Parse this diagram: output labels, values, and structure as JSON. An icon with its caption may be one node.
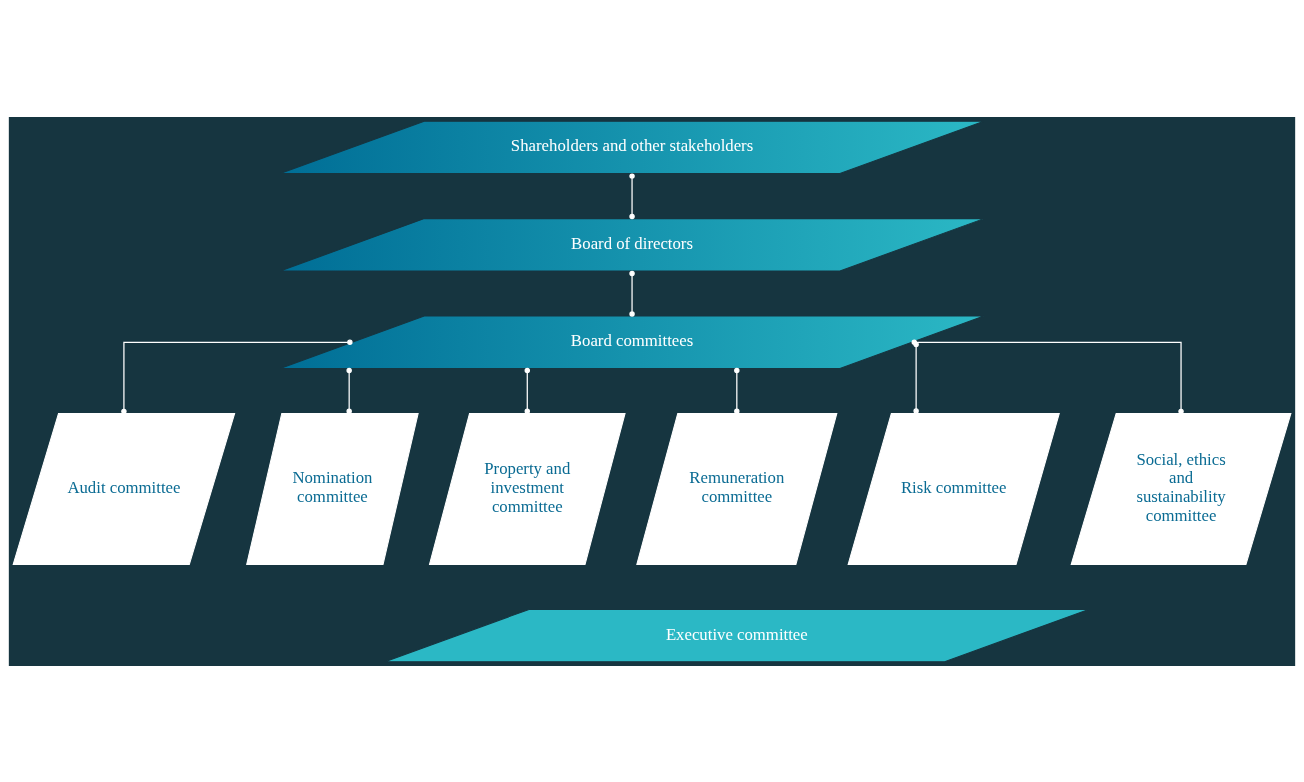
{
  "diagram": {
    "nodes": [
      {
        "text": [
          "Shareholders and other stakeholders"
        ]
      },
      {
        "text": [
          "Board of directors"
        ]
      },
      {
        "text": [
          "Board committees"
        ]
      },
      {
        "text": [
          "Audit committee"
        ]
      },
      {
        "text": [
          "Nomination committee"
        ]
      },
      {
        "text": [
          "Property and investment committee"
        ]
      },
      {
        "text": [
          "Remuneration committee"
        ]
      },
      {
        "text": [
          "Risk committee"
        ]
      },
      {
        "text": [
          "Social, ethics and sustainability committee"
        ]
      },
      {
        "text": [
          "Executive committee"
        ]
      }
    ],
    "edges": [
      {
        "from": 0,
        "to": 1,
        "arrow": "other"
      },
      {
        "from": 1,
        "to": 2,
        "arrow": "other"
      },
      {
        "from": 2,
        "to": 3,
        "arrow": "other"
      },
      {
        "from": 2,
        "to": 4,
        "arrow": "other"
      },
      {
        "from": 2,
        "to": 5,
        "arrow": "other"
      },
      {
        "from": 2,
        "to": 6,
        "arrow": "other"
      },
      {
        "from": 2,
        "to": 7,
        "arrow": "other"
      },
      {
        "from": 2,
        "to": 8,
        "arrow": "other"
      }
    ]
  }
}
